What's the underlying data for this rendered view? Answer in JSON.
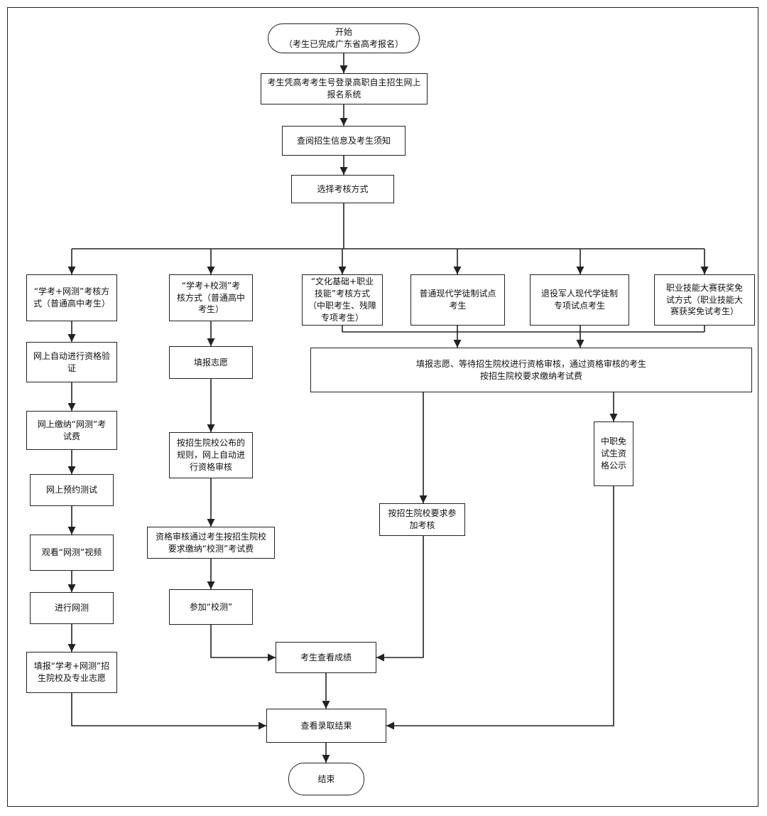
{
  "nodes": {
    "start": "开始\n（考生已完成广东省高考报名）",
    "login": "考生凭高考考生号登录高职自主招生网上\n报名系统",
    "read": "查阅招生信息及考生须知",
    "choose": "选择考核方式",
    "m1": "“学考+网测”考核方\n式（普通高中考生）",
    "m2": "“学考+校测”考\n核方式（普通高中\n考生）",
    "m3": "“文化基础+职业\n技能”考核方式\n（中职考生、残障\n专项考生）",
    "m4": "普通现代学徒制试点\n考生",
    "m5": "退役军人现代学徒制\n专项试点考生",
    "m6": "职业技能大赛获奖免\n试方式（职业技能大\n赛获奖免试考生）",
    "a1": "网上自动进行资格验\n证",
    "a2": "网上缴纳“网测”考\n试费",
    "a3": "网上预约测试",
    "a4": "观看“网测”视频",
    "a5": "进行网测",
    "a6": "填报“学考+网测”招\n生院校及专业志愿",
    "b1": "填报志愿",
    "b2": "按招生院校公布的\n规则，网上自动进\n行资格审核",
    "b3": "资格审核通过考生按招生院校\n要求缴纳“校测”考试费",
    "b4": "参加“校测”",
    "c1": "填报志愿、等待招生院校进行资格审核，通过资格审核的考生\n按招生院校要求缴纳考试费",
    "c2": "中职免\n试生资\n格公示",
    "c3": "按招生院校要求参\n加考核",
    "score": "考生查看成绩",
    "result": "查看录取结果",
    "end": "结束"
  }
}
